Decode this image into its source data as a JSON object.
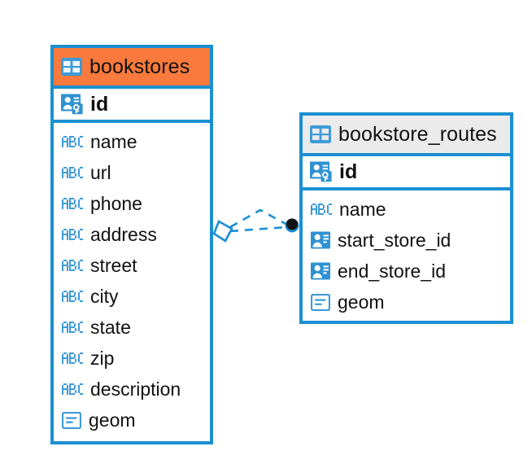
{
  "diagram": {
    "type": "entity-relationship-diagram",
    "background_color": "#ffffff",
    "accent_color": "#1B8FD2",
    "highlight_color": "#F97A3C",
    "header_gray": "#EBEBEB"
  },
  "entities": [
    {
      "id": "bookstores",
      "name": "bookstores",
      "header_style": "accent-orange",
      "table_icon": "table-icon",
      "primary_key": {
        "label": "id",
        "icon": "primary-key-icon"
      },
      "fields": [
        {
          "label": "name",
          "icon": "abc-text-icon"
        },
        {
          "label": "url",
          "icon": "abc-text-icon"
        },
        {
          "label": "phone",
          "icon": "abc-text-icon"
        },
        {
          "label": "address",
          "icon": "abc-text-icon"
        },
        {
          "label": "street",
          "icon": "abc-text-icon"
        },
        {
          "label": "city",
          "icon": "abc-text-icon"
        },
        {
          "label": "state",
          "icon": "abc-text-icon"
        },
        {
          "label": "zip",
          "icon": "abc-text-icon"
        },
        {
          "label": "description",
          "icon": "abc-text-icon"
        },
        {
          "label": "geom",
          "icon": "geometry-icon"
        }
      ]
    },
    {
      "id": "bookstore_routes",
      "name": "bookstore_routes",
      "header_style": "accent-gray",
      "table_icon": "table-icon",
      "primary_key": {
        "label": "id",
        "icon": "primary-key-icon"
      },
      "fields": [
        {
          "label": "name",
          "icon": "abc-text-icon"
        },
        {
          "label": "start_store_id",
          "icon": "foreign-key-icon"
        },
        {
          "label": "end_store_id",
          "icon": "foreign-key-icon"
        },
        {
          "label": "geom",
          "icon": "geometry-icon"
        }
      ]
    }
  ],
  "relationship": {
    "source_marker": "diamond-marker",
    "target_marker": "filled-dot-marker",
    "line_style": "dashed",
    "line_color": "#1B8FD2"
  }
}
